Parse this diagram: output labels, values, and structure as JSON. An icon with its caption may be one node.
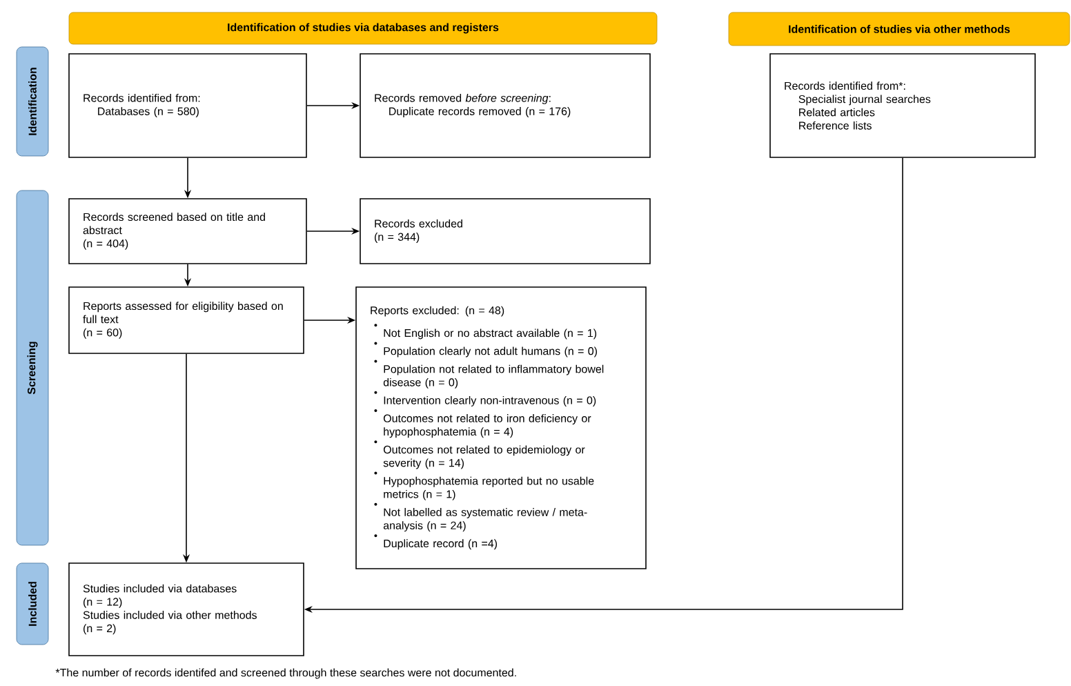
{
  "diagram": {
    "caption": "*The number of records identifed and screened through these searches were not documented.",
    "nodes": [
      {
        "text": [
          "Identification of studies via databases and registers"
        ]
      },
      {
        "text": [
          "Identification of studies via other methods"
        ]
      },
      {
        "text": [
          "Identification"
        ]
      },
      {
        "text": [
          "Screening"
        ]
      },
      {
        "text": [
          "Included"
        ]
      },
      {
        "text": [
          "Records identified from:",
          "Databases (n = 580)"
        ]
      },
      {
        "text": [
          "Records removed *before screening*:",
          "Duplicate records removed (n = 176)"
        ]
      },
      {
        "text": [
          "Records identified from*:",
          "Specialist journal searches",
          "Related articles",
          "Reference lists"
        ]
      },
      {
        "text": [
          "Records screened based on title and abstract",
          "(n = 404)"
        ]
      },
      {
        "text": [
          "Records excluded",
          "(n = 344)"
        ]
      },
      {
        "text": [
          "Reports assessed for eligibility based on full text",
          "(n = 60)"
        ]
      },
      {
        "text": [
          "Reports excluded: (n = 48)",
          "Not English or no abstract available (n = 1)",
          "Population clearly not adult humans (n = 0)",
          "Population not related to inflammatory bowel disease (n = 0)",
          "Intervention clearly non-intravenous (n = 0)",
          "Outcomes not related to iron deficiency or hypophosphatemia (n = 4)",
          "Outcomes not related to epidemiology or severity (n = 14)",
          "Hypophosphatemia reported but no usable metrics (n = 1)",
          "Not labelled as systematic review / meta-analysis (n = 24)",
          "Duplicate record (n =4)"
        ]
      },
      {
        "text": [
          "Studies included via databases",
          "(n = 12)",
          "Studies included via other methods",
          "(n = 2)"
        ]
      }
    ],
    "edges": [
      {
        "from": 5,
        "to": 6,
        "arrow": "to"
      },
      {
        "from": 5,
        "to": 8,
        "arrow": "to"
      },
      {
        "from": 8,
        "to": 9,
        "arrow": "to"
      },
      {
        "from": 8,
        "to": 10,
        "arrow": "to"
      },
      {
        "from": 10,
        "to": 11,
        "arrow": "to"
      },
      {
        "from": 10,
        "to": 12,
        "arrow": "to"
      },
      {
        "from": 7,
        "to": 12,
        "arrow": "to"
      }
    ]
  }
}
